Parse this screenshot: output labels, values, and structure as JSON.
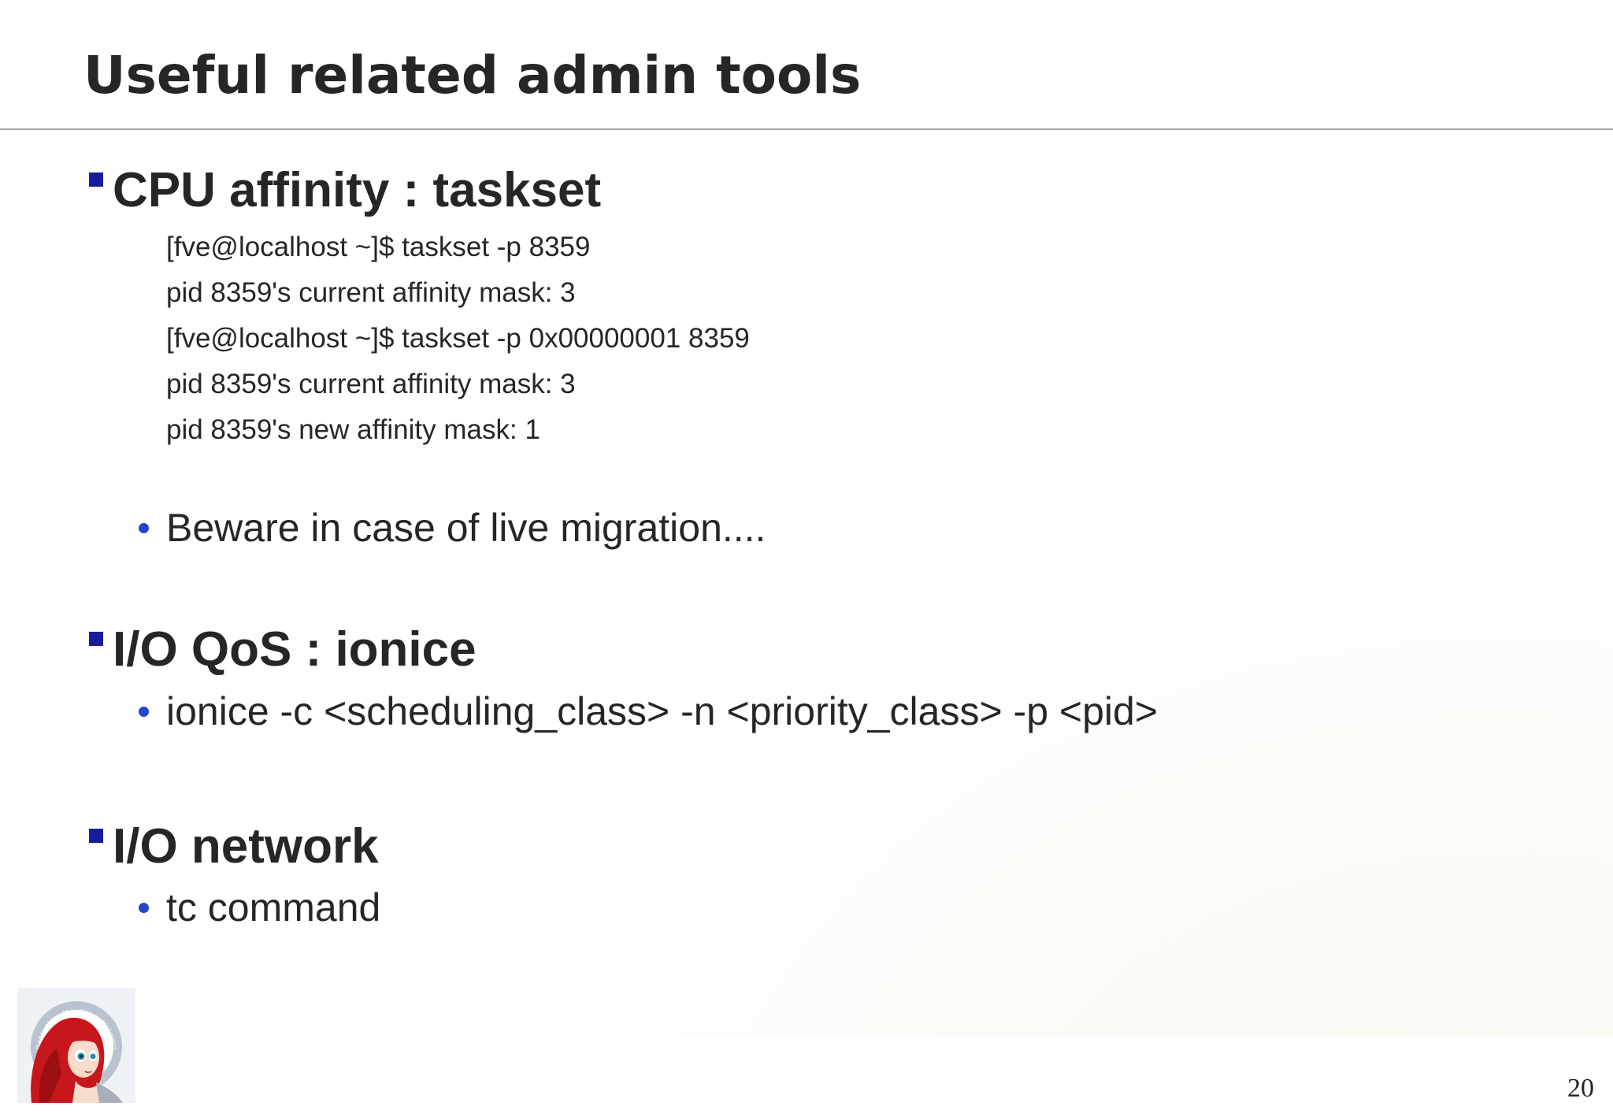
{
  "slide": {
    "title": "Useful related admin tools",
    "page_number": "20"
  },
  "sections": [
    {
      "title": "CPU affinity : taskset",
      "code_lines": [
        "[fve@localhost ~]$ taskset -p 8359",
        "pid 8359's current affinity mask: 3",
        "[fve@localhost ~]$ taskset -p 0x00000001 8359",
        "pid 8359's current affinity mask: 3",
        "pid 8359's new affinity mask: 1"
      ],
      "bullets": [
        "Beware in case of live migration...."
      ]
    },
    {
      "title": "I/O QoS : ionice",
      "bullets": [
        "ionice -c <scheduling_class> -n <priority_class> -p <pid>"
      ]
    },
    {
      "title": "I/O network",
      "bullets": [
        "tc command"
      ]
    }
  ],
  "logo": {
    "ring_text": "Rencontres Mondiales du Logiciel Libre",
    "icon": "rmll-mascot-logo"
  },
  "colors": {
    "square_bullet": "#1a1a9c",
    "dot_bullet": "#2546c8",
    "text": "#262626"
  }
}
